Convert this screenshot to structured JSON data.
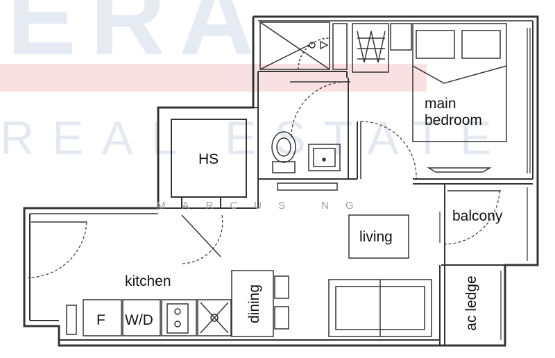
{
  "watermark": {
    "logo": "ERA",
    "subtitle": "REAL ESTATE",
    "agent": "MARCUS NG"
  },
  "rooms": {
    "main_bedroom_line1": "main",
    "main_bedroom_line2": "bedroom",
    "hs": "HS",
    "balcony": "balcony",
    "living": "living",
    "kitchen": "kitchen",
    "fridge": "F",
    "washer_dryer": "W/D",
    "dining": "dining",
    "ac_ledge": "ac ledge"
  }
}
